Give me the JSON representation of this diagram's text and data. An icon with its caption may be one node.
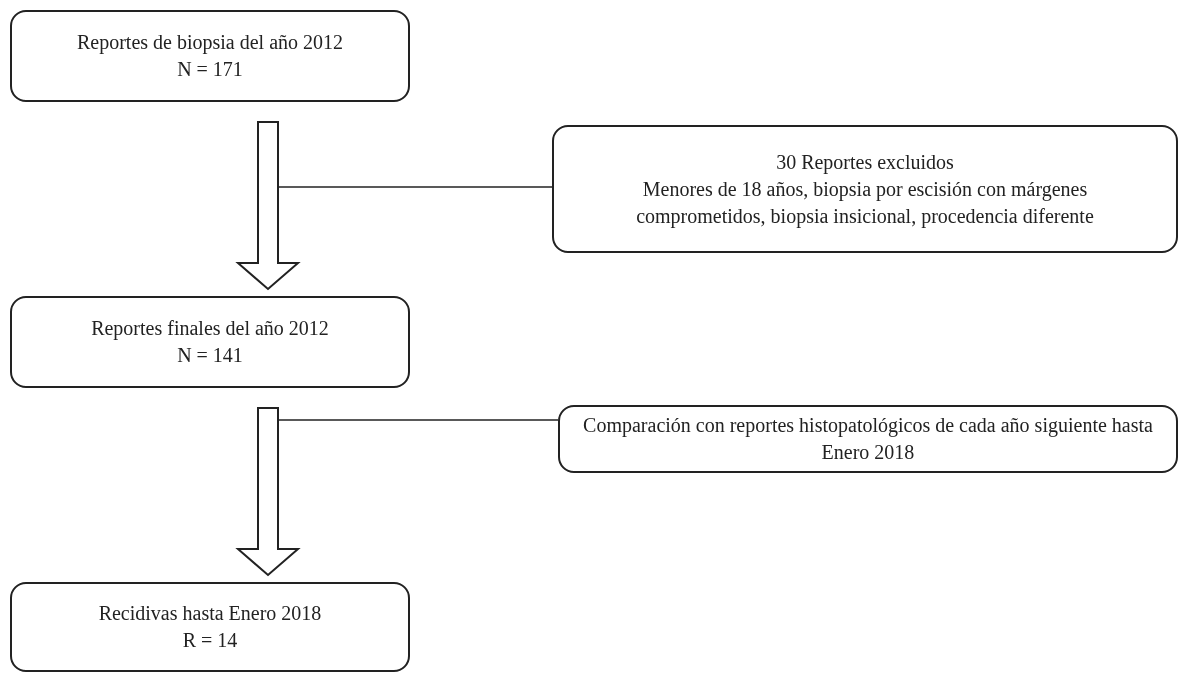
{
  "diagram": {
    "nodes": [
      {
        "text": [
          "Reportes de biopsia del año 2012",
          "N = 171"
        ]
      },
      {
        "text": [
          "30 Reportes excluidos",
          "Menores de 18 años, biopsia por escisión con márgenes comprometidos, biopsia insicional, procedencia diferente"
        ]
      },
      {
        "text": [
          "Reportes finales del año 2012",
          "N = 141"
        ]
      },
      {
        "text": [
          "Comparación con reportes histopatológicos de cada año siguiente hasta Enero 2018"
        ]
      },
      {
        "text": [
          "Recidivas hasta Enero 2018",
          "R = 14"
        ]
      }
    ],
    "edges": [
      {
        "from": 0,
        "to": 2,
        "arrow": "to",
        "style": "thick"
      },
      {
        "from": null,
        "to": 1,
        "arrow": "none"
      },
      {
        "from": 2,
        "to": 4,
        "arrow": "to",
        "style": "thick"
      },
      {
        "from": null,
        "to": 3,
        "arrow": "none"
      }
    ]
  }
}
